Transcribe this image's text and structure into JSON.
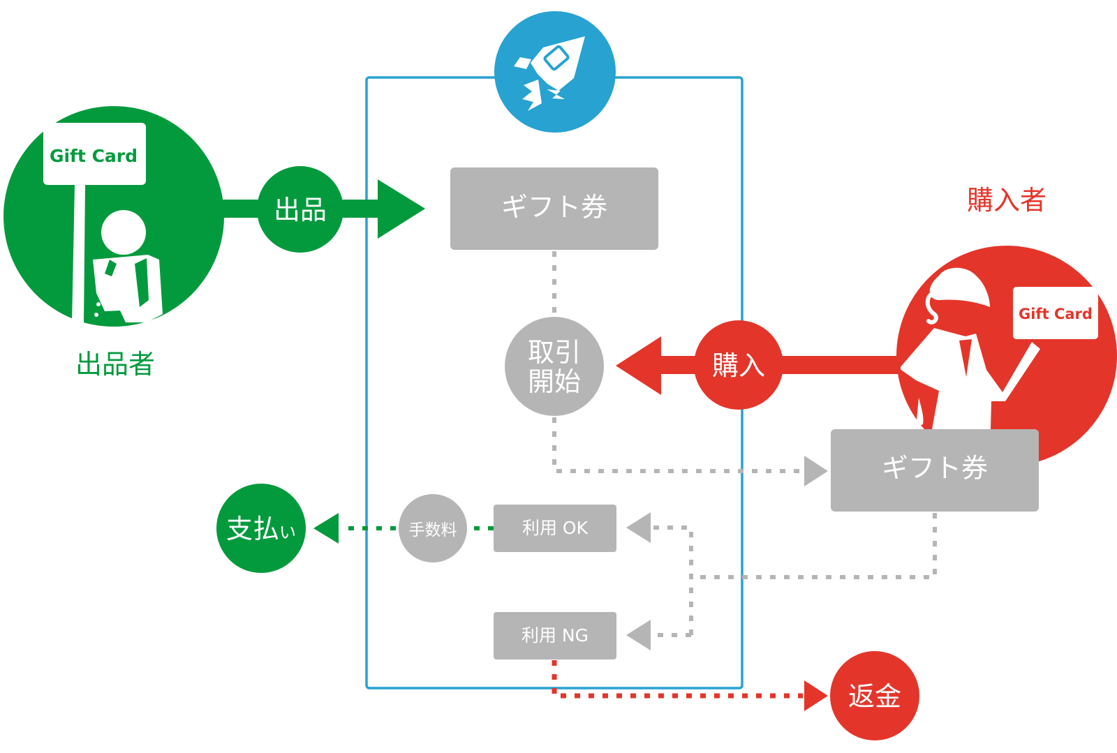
{
  "colors": {
    "green": "#039a3e",
    "red": "#e4352a",
    "blue": "#27a2d1",
    "gray": "#b4b5b4",
    "white": "#ffffff"
  },
  "seller": {
    "card_label": "Gift Card",
    "label": "出品者",
    "icon": "seller-person-icon"
  },
  "buyer": {
    "label": "購入者",
    "card_label": "Gift Card",
    "icon": "buyer-person-icon"
  },
  "platform": {
    "icon": "rocket-icon"
  },
  "nodes": {
    "listing": "出品",
    "gift_card_main": "ギフト券",
    "trade_start_line1": "取引",
    "trade_start_line2": "開始",
    "purchase": "購入",
    "gift_card_buyer": "ギフト券",
    "usage_ok": "利用 OK",
    "usage_ng": "利用 NG",
    "fee": "手数料",
    "payment_main": "支払",
    "payment_small": "い",
    "refund": "返金"
  }
}
